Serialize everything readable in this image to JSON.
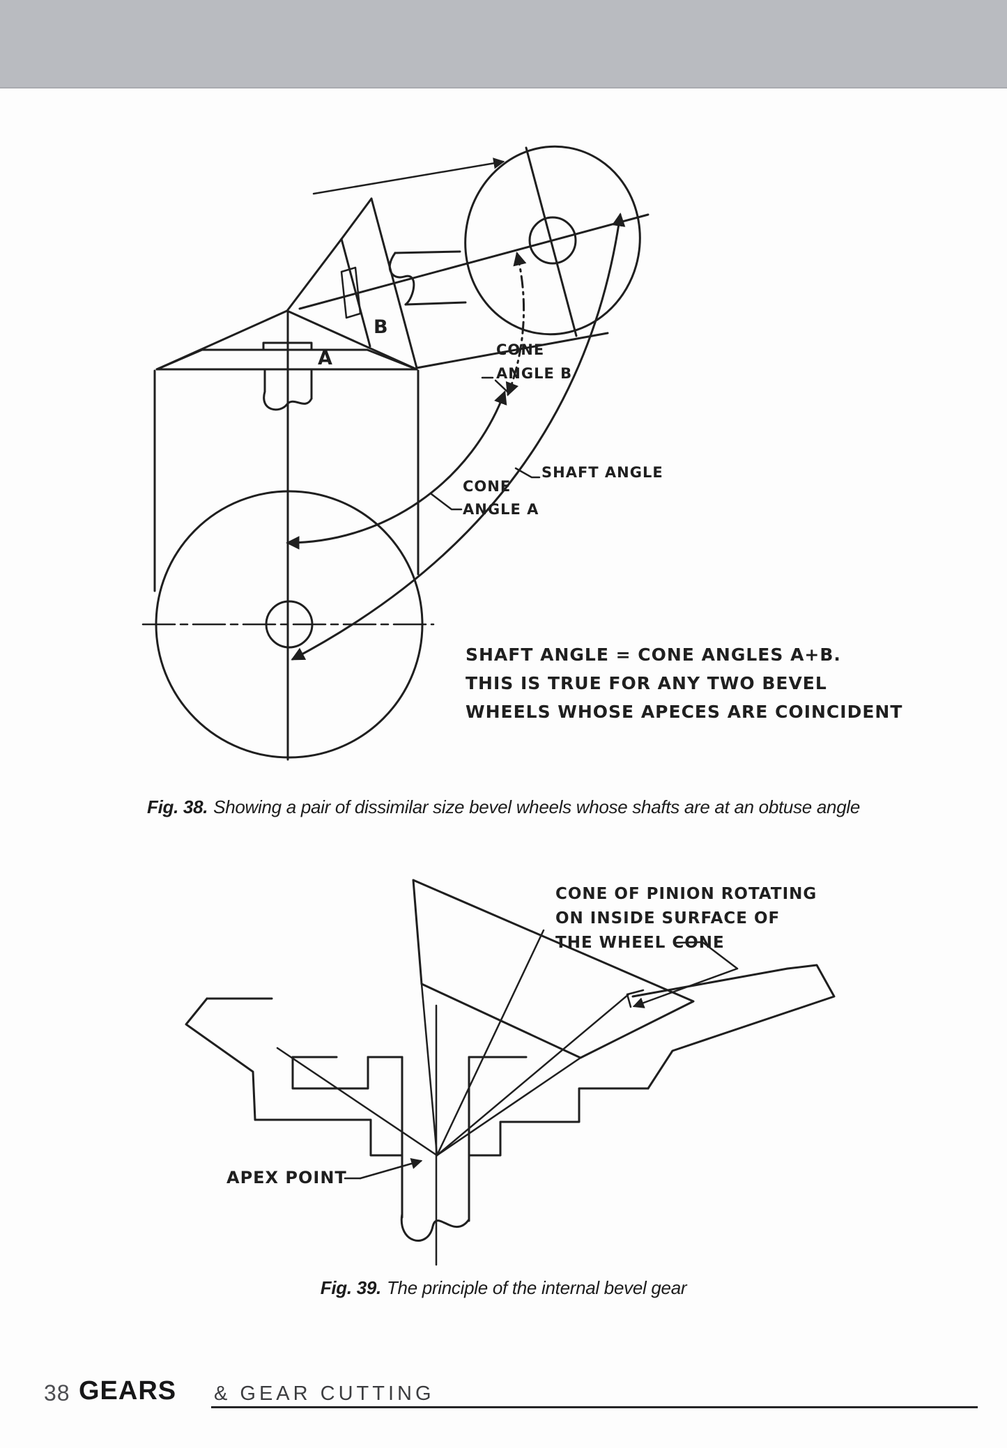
{
  "page": {
    "header_bar_color": "#b9bbc0",
    "ink_color": "#1f1f1f"
  },
  "fig38": {
    "labels": {
      "wheel_a": "A",
      "wheel_b": "B",
      "cone_angle_b_line1": "CONE",
      "cone_angle_b_line2": "ANGLE B",
      "cone_angle_a_line1": "CONE",
      "cone_angle_a_line2": "ANGLE A",
      "shaft_angle": "SHAFT ANGLE"
    },
    "note_line1": "SHAFT ANGLE = CONE ANGLES A+B.",
    "note_line2": "THIS IS TRUE FOR ANY TWO BEVEL",
    "note_line3": "WHEELS WHOSE APECES ARE COINCIDENT",
    "caption_label": "Fig. 38.",
    "caption_text": "Showing a pair of dissimilar size bevel wheels whose shafts are at an obtuse angle"
  },
  "fig39": {
    "labels": {
      "cone_note_line1": "CONE OF PINION ROTATING",
      "cone_note_line2": "ON INSIDE SURFACE OF",
      "cone_note_line3": "THE WHEEL CONE",
      "apex_point": "APEX POINT"
    },
    "caption_label": "Fig. 39.",
    "caption_text": "The principle of the internal bevel gear"
  },
  "footer": {
    "page_number": "38",
    "book_title": "GEARS",
    "book_subtitle": "& GEAR CUTTING"
  }
}
